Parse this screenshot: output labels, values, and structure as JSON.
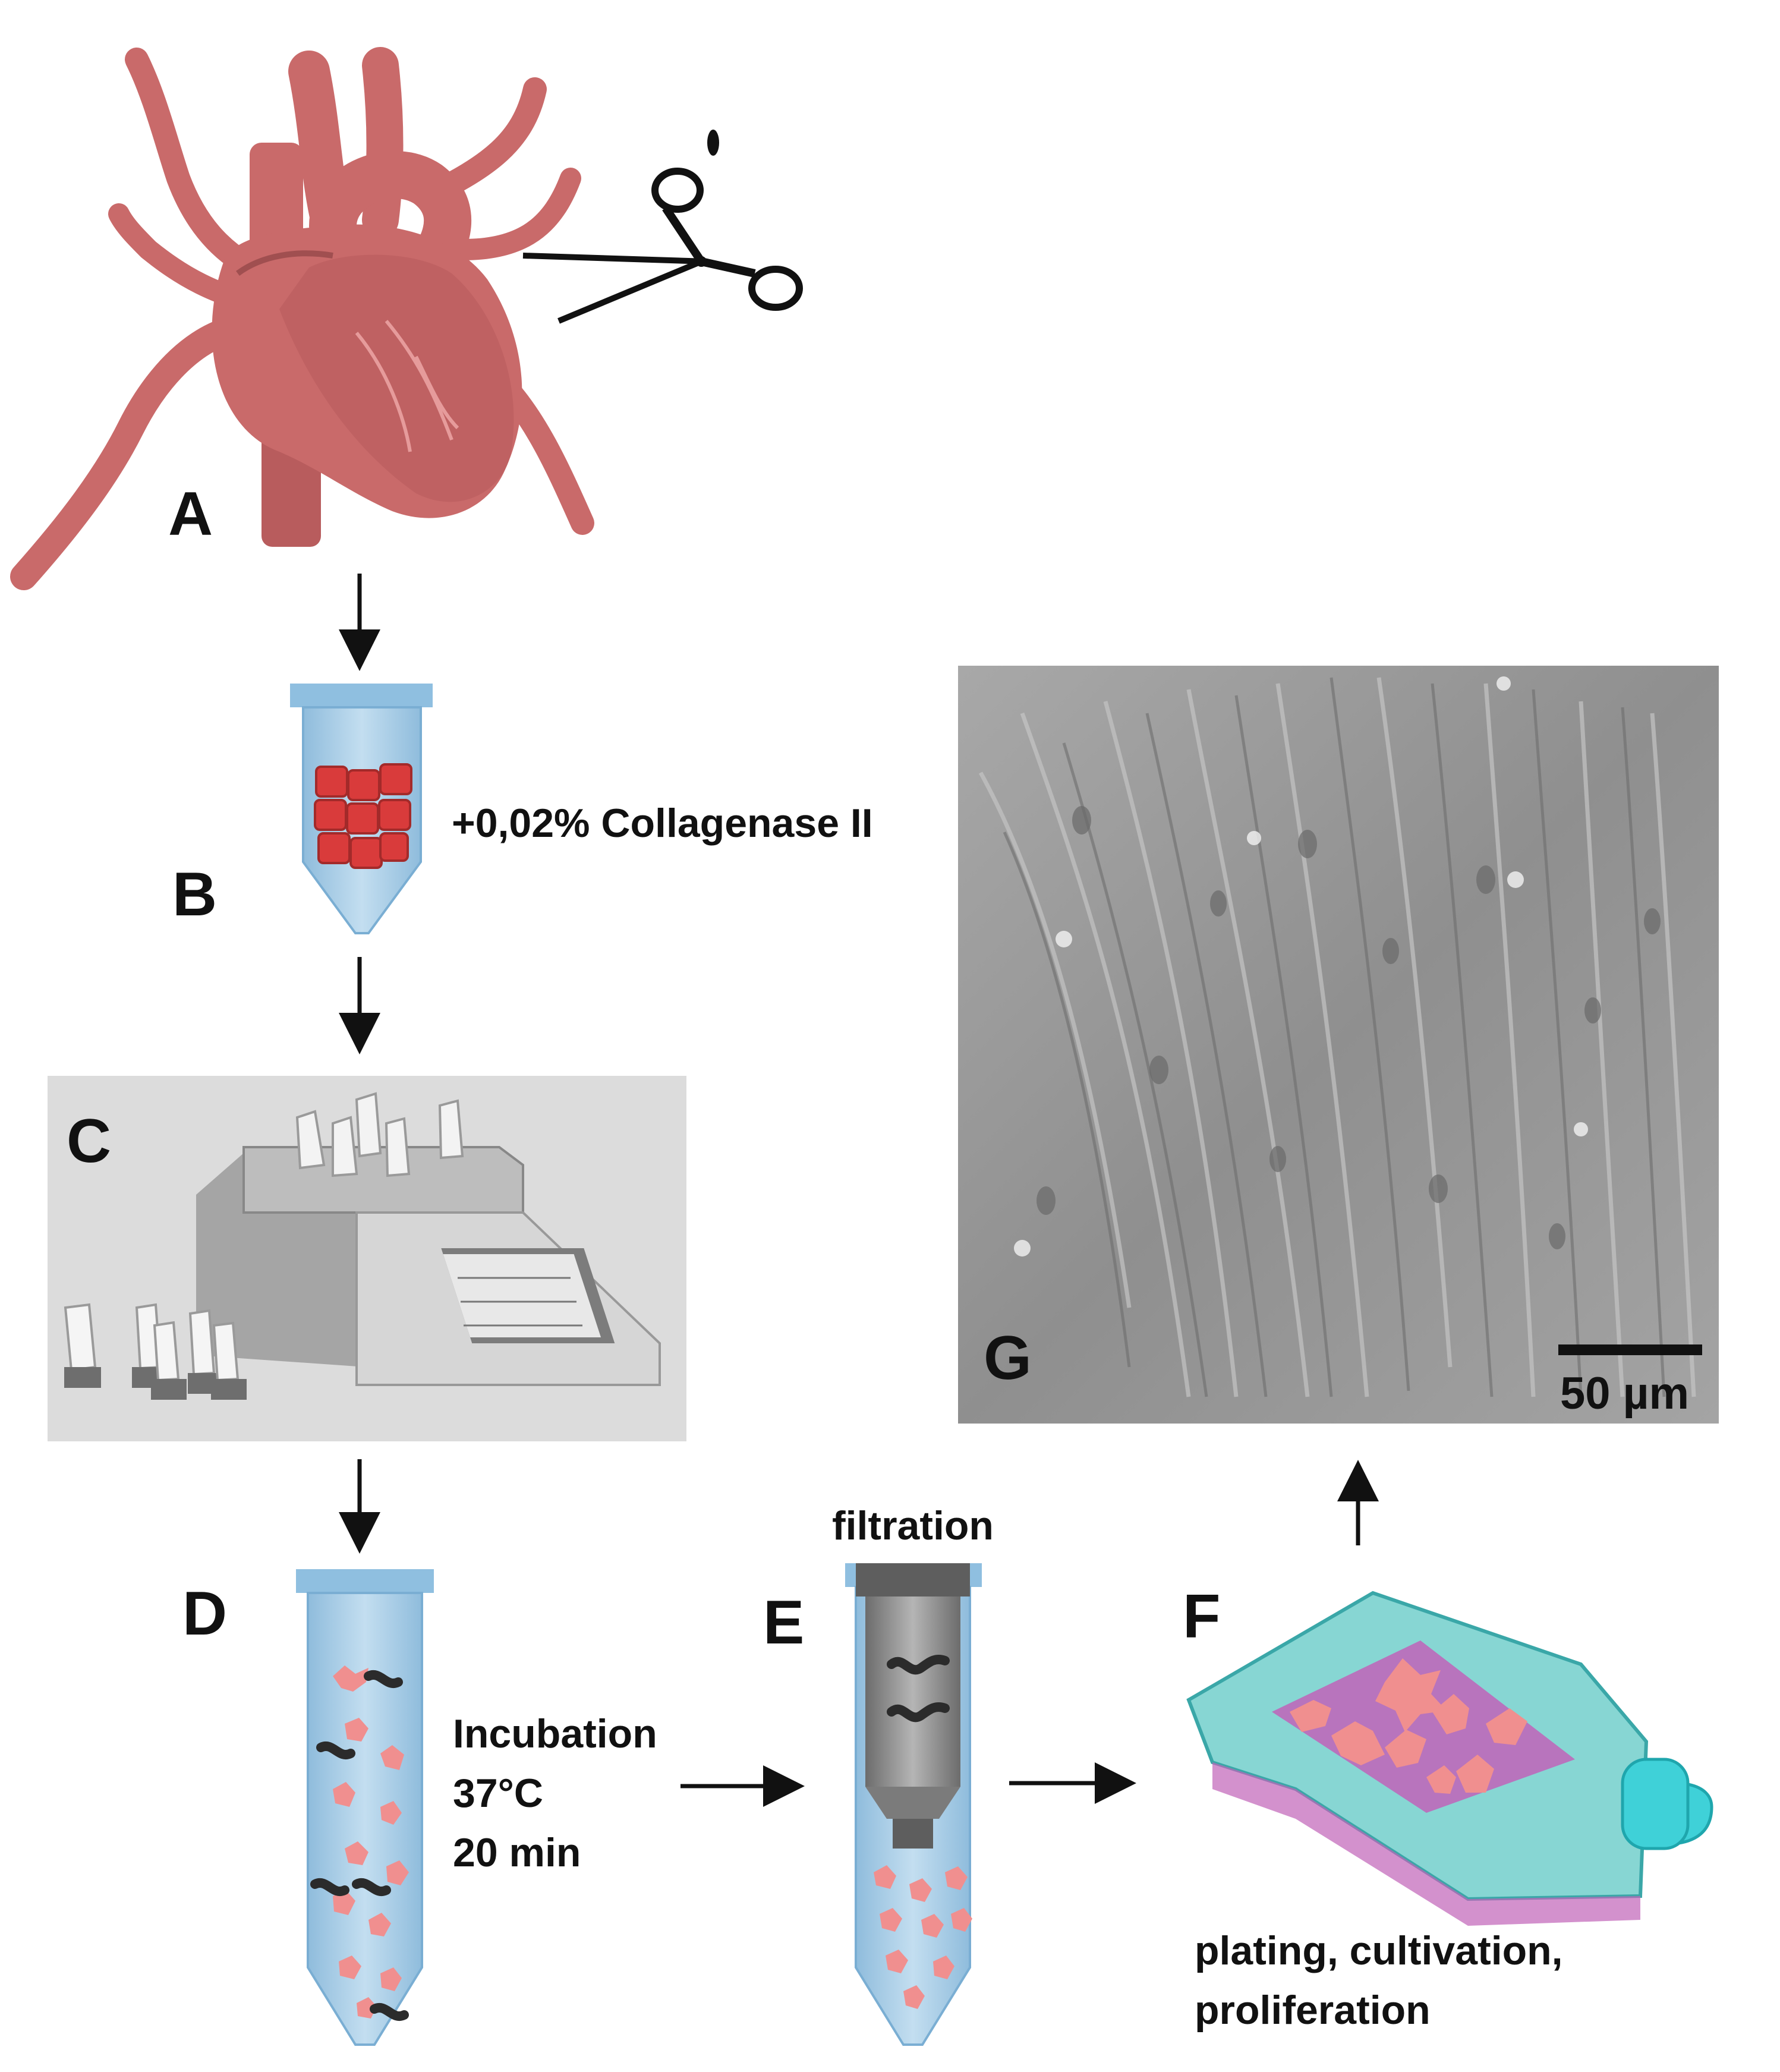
{
  "panels": {
    "a": "A",
    "b": "B",
    "c": "C",
    "d": "D",
    "e": "E",
    "f": "F",
    "g": "G"
  },
  "captions": {
    "collagenase": "+0,02% Collagenase II",
    "incubation_line1": "Incubation",
    "incubation_line2": "37°C",
    "incubation_line3": "20 min",
    "filtration": "filtration",
    "plating_line1": "plating, cultivation,",
    "plating_line2": "proliferation",
    "scale_bar": "50 µm"
  },
  "colors": {
    "heart": "#c96a6a",
    "heart_shadow": "#a04f50",
    "tube_body": "#a9cde6",
    "tube_cap": "#8fbfe0",
    "tissue": "#d93b3b",
    "cells": "#f08f8f",
    "debris": "#2b2b2b",
    "flask_teal": "#5fc8c4",
    "flask_magenta": "#c163b8",
    "flask_cap": "#3fd1d8",
    "micrograph": "#9a9a9a",
    "arrow": "#111111"
  },
  "icons": {
    "heart": "heart-illustration",
    "scissors": "scissors-icon",
    "dissociator": "tissue-dissociator-instrument",
    "flask": "cell-culture-flask",
    "filter": "cell-strainer-filter"
  }
}
